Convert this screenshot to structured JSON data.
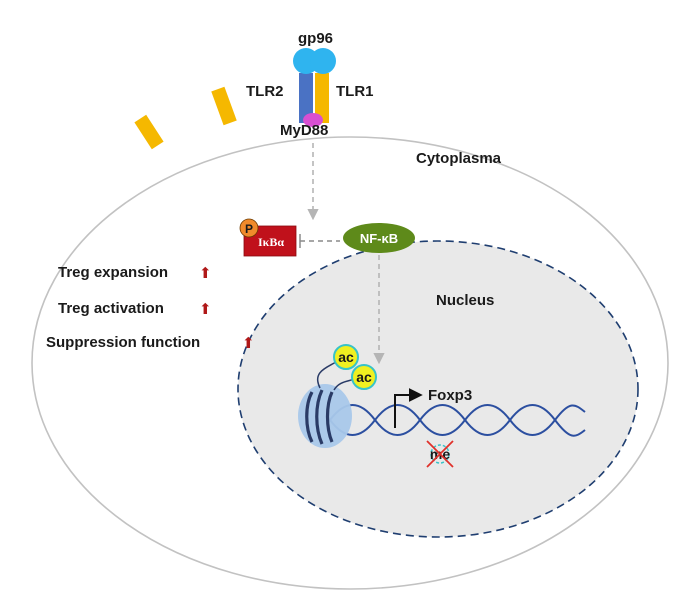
{
  "receptor": {
    "gp96": "gp96",
    "tlr2": "TLR2",
    "tlr1": "TLR1",
    "myd88": "MyD88"
  },
  "compartments": {
    "cytoplasm": "Cytoplasma",
    "nucleus": "Nucleus"
  },
  "signaling": {
    "phospho": "P",
    "ikba": "IκBα",
    "nfkb": "NF-κB"
  },
  "chromatin": {
    "acetyl_1": "ac",
    "acetyl_2": "ac",
    "methyl": "me",
    "gene": "Foxp3"
  },
  "effects": [
    {
      "text": "Treg expansion",
      "arrow": "⬆"
    },
    {
      "text": "Treg activation",
      "arrow": "⬆"
    },
    {
      "text": "Suppression function",
      "arrow": "⬆"
    }
  ],
  "colors": {
    "membrane_bar": "#f5b800",
    "tlr2": "#4a72c4",
    "tlr1": "#f5b800",
    "gp96": "#2fb4ef",
    "myd88": "#d84fd2",
    "ikba": "#c0111b",
    "phospho": "#f08a2b",
    "nfkb": "#5e8a1a",
    "acetyl": "#f0f020",
    "dna": "#2c4fa0",
    "nucleosome": "#a9c8ea",
    "nucleus_fill": "#e9e9e9",
    "arrow_up": "#b01818"
  }
}
